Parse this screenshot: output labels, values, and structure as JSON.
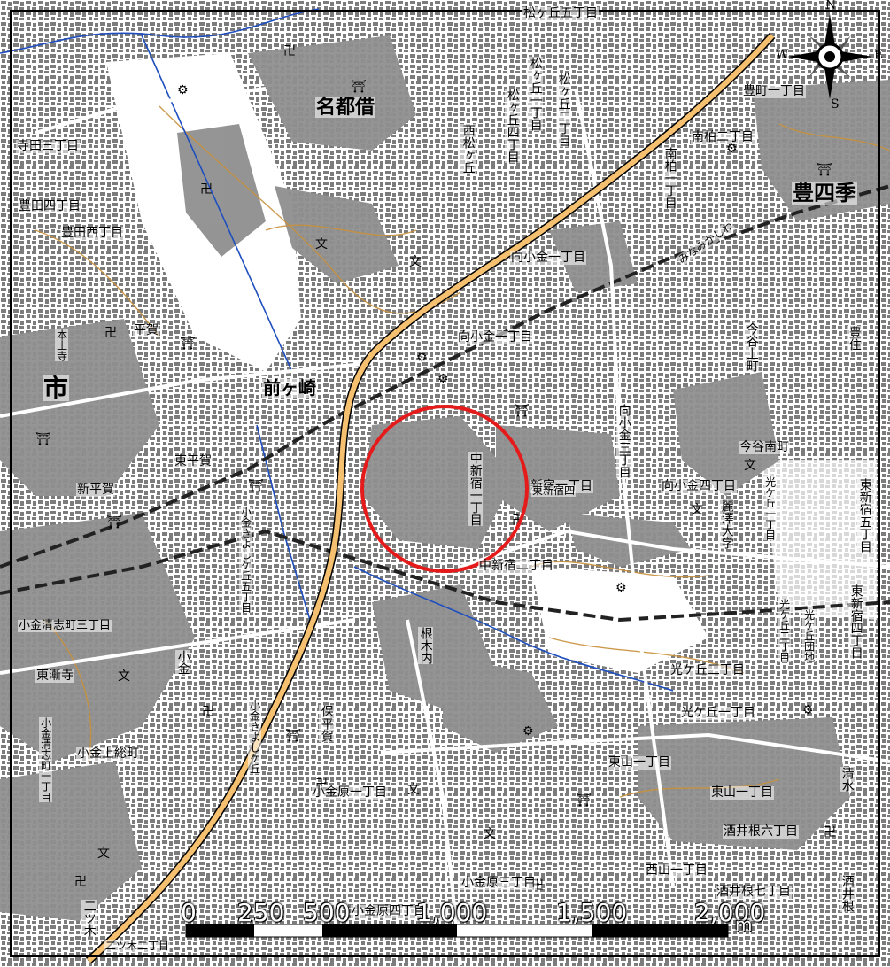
{
  "map": {
    "place_labels": [
      {
        "id": "matsugaoka-5",
        "text": "松ヶ丘五丁目"
      },
      {
        "id": "matsugaoka-1",
        "text": "松ヶ丘一丁目"
      },
      {
        "id": "matsugaoka-4",
        "text": "松ヶ丘四丁目"
      },
      {
        "id": "matsugaoka-2",
        "text": "松ヶ丘二丁目"
      },
      {
        "id": "nishi-matsugaoka",
        "text": "西松ヶ丘"
      },
      {
        "id": "myotoshi",
        "text": "名都借"
      },
      {
        "id": "toyocho-1",
        "text": "豊町一丁目"
      },
      {
        "id": "minami-kashiwa-2",
        "text": "南柏二丁目"
      },
      {
        "id": "minami-kashiwa-1",
        "text": "南柏一丁目"
      },
      {
        "id": "toyoshiki",
        "text": "豊四季"
      },
      {
        "id": "minami-kashiwa-stn",
        "text": "みなみかしわ"
      },
      {
        "id": "mukaikogane-1a",
        "text": "向小金一丁目"
      },
      {
        "id": "mukaikogane-1b",
        "text": "向小金一丁目"
      },
      {
        "id": "mukaikogane-3",
        "text": "向小金三丁目"
      },
      {
        "id": "mukaikogane-4",
        "text": "向小金四丁目"
      },
      {
        "id": "imaya-kamimachi",
        "text": "今谷上町"
      },
      {
        "id": "imaya-minamicho",
        "text": "今谷南町"
      },
      {
        "id": "toyosumi",
        "text": "豊住"
      },
      {
        "id": "higashi-shinjuku-5",
        "text": "東新宿五丁目"
      },
      {
        "id": "higashi-shinjuku-4",
        "text": "東新宿四丁目"
      },
      {
        "id": "teradamachi-3",
        "text": "寺田三丁目"
      },
      {
        "id": "toyotaki-4",
        "text": "豊田四丁目"
      },
      {
        "id": "toyotaki-nishi",
        "text": "豊田西丁目"
      },
      {
        "id": "hirakata",
        "text": "平賀"
      },
      {
        "id": "hondoji",
        "text": "本土寺"
      },
      {
        "id": "city",
        "text": "市"
      },
      {
        "id": "maegasaki",
        "text": "前ヶ崎"
      },
      {
        "id": "tohirakata",
        "text": "東平賀"
      },
      {
        "id": "shinmatsudo",
        "text": "新平賀"
      },
      {
        "id": "kogane-kiyoshigaoka-5",
        "text": "小金きよしケ丘五丁目"
      },
      {
        "id": "nakashinjuku-1",
        "text": "中新宿一丁目"
      },
      {
        "id": "shinjuku-1-left",
        "text": "新宿一丁目"
      },
      {
        "id": "nakashinjuku-2",
        "text": "中新宿二丁目"
      },
      {
        "id": "higashiyama-1",
        "text": "東山一丁目"
      },
      {
        "id": "higashiyama-1b",
        "text": "東山一丁目"
      },
      {
        "id": "hikarigaoka-1",
        "text": "光ケ丘一丁目"
      },
      {
        "id": "hikarigaoka-3",
        "text": "光ケ丘三丁目"
      },
      {
        "id": "hikarigaoka-danchi",
        "text": "光ケ丘団地"
      },
      {
        "id": "reitaku-univ",
        "text": "麗澤大学"
      },
      {
        "id": "hikarigaoka-2",
        "text": "光ケ丘二丁目"
      },
      {
        "id": "shiminoike",
        "text": "清水"
      },
      {
        "id": "hikarigaoka-south",
        "text": "光ケ丘一丁目"
      },
      {
        "id": "higashi-shinjuku-west",
        "text": "東新宿四"
      },
      {
        "id": "kiyoshigaoka-3",
        "text": "小金清志町三丁目"
      },
      {
        "id": "tokoji",
        "text": "東漸寺"
      },
      {
        "id": "kogane",
        "text": "小金"
      },
      {
        "id": "kogane-kamiyoshi",
        "text": "小金上総町"
      },
      {
        "id": "kogane-kiyoshi-1",
        "text": "小金清志町一丁目"
      },
      {
        "id": "kiyoshigaoka-cyome",
        "text": "小金きよしケ丘"
      },
      {
        "id": "hohei",
        "text": "保平賀"
      },
      {
        "id": "hirakata-sugi",
        "text": "根木内"
      },
      {
        "id": "kogane-hara-1",
        "text": "小金原一丁目"
      },
      {
        "id": "kogane-hara-3",
        "text": "小金原三丁目"
      },
      {
        "id": "kogane-hara-4",
        "text": "小金原四丁目"
      },
      {
        "id": "nishiyama-1",
        "text": "西山一丁目"
      },
      {
        "id": "sakaine-6",
        "text": "酒井根六丁目"
      },
      {
        "id": "sakaine-7",
        "text": "酒井根七丁目"
      },
      {
        "id": "sakaine",
        "text": "酒井根"
      },
      {
        "id": "futatsugi",
        "text": "二ツ木"
      },
      {
        "id": "futatsugi-2",
        "text": "二ツ木二丁目"
      }
    ],
    "scale_bar": {
      "ticks": [
        "0",
        "250",
        "500",
        "1,000",
        "1,500",
        "2,000"
      ],
      "unit": "m"
    },
    "compass": {
      "north": "N",
      "east": "E",
      "west": "W",
      "south": "S"
    },
    "highlight_circle_color": "#e51b1b",
    "road_color": "#f5c06f",
    "terrain_color": "#8f8f8f",
    "contour_color": "#c8913c",
    "water_color": "#1f4fbf"
  }
}
